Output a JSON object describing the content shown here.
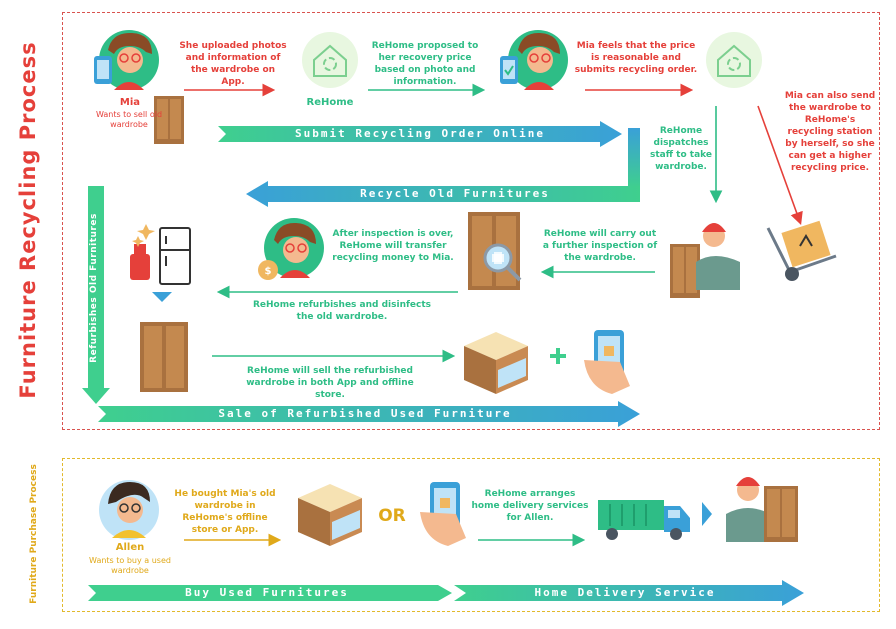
{
  "titles": {
    "recycling": "Furniture Recycling Process",
    "purchase": "Furniture Purchase Process"
  },
  "people": {
    "mia_name": "Mia",
    "mia_desc": "Wants to sell old wardrobe",
    "rehome_name": "ReHome",
    "allen_name": "Allen",
    "allen_desc": "Wants to buy a used wardrobe"
  },
  "steps": {
    "s1": "She uploaded photos and information of the wardrobe on App.",
    "s2": "ReHome proposed to her recovery price based on photo and information.",
    "s3": "Mia feels that the price is reasonable and submits recycling order.",
    "s4": "Mia can also send the wardrobe to ReHome's recycling station by herself, so she can get a higher recycling price.",
    "s5": "ReHome dispatches staff to take wardrobe.",
    "s6": "ReHome will carry out a further inspection of the wardrobe.",
    "s7": "After inspection is over, ReHome will transfer recycling money to Mia.",
    "s8": "ReHome refurbishes and disinfects the old wardrobe.",
    "s9": "ReHome will sell the refurbished wardrobe in both App and offline store.",
    "p1": "He bought Mia's old wardrobe in ReHome's offline store or App.",
    "p2": "ReHome arranges home delivery services for Allen.",
    "or": "OR",
    "plus": "+"
  },
  "bands": {
    "submit": "Submit Recycling Order Online",
    "recycle": "Recycle Old Furnitures",
    "refurb": "Refurbishes Old Furnitures",
    "sale": "Sale of Refurbished Used Furniture",
    "buy": "Buy Used Furnitures",
    "delivery": "Home Delivery Service"
  },
  "colors": {
    "red": "#e5403a",
    "green": "#2ebd86",
    "gold": "#e0a91a",
    "band_green": "#3fcf8e",
    "band_blue": "#3aa0d8"
  }
}
